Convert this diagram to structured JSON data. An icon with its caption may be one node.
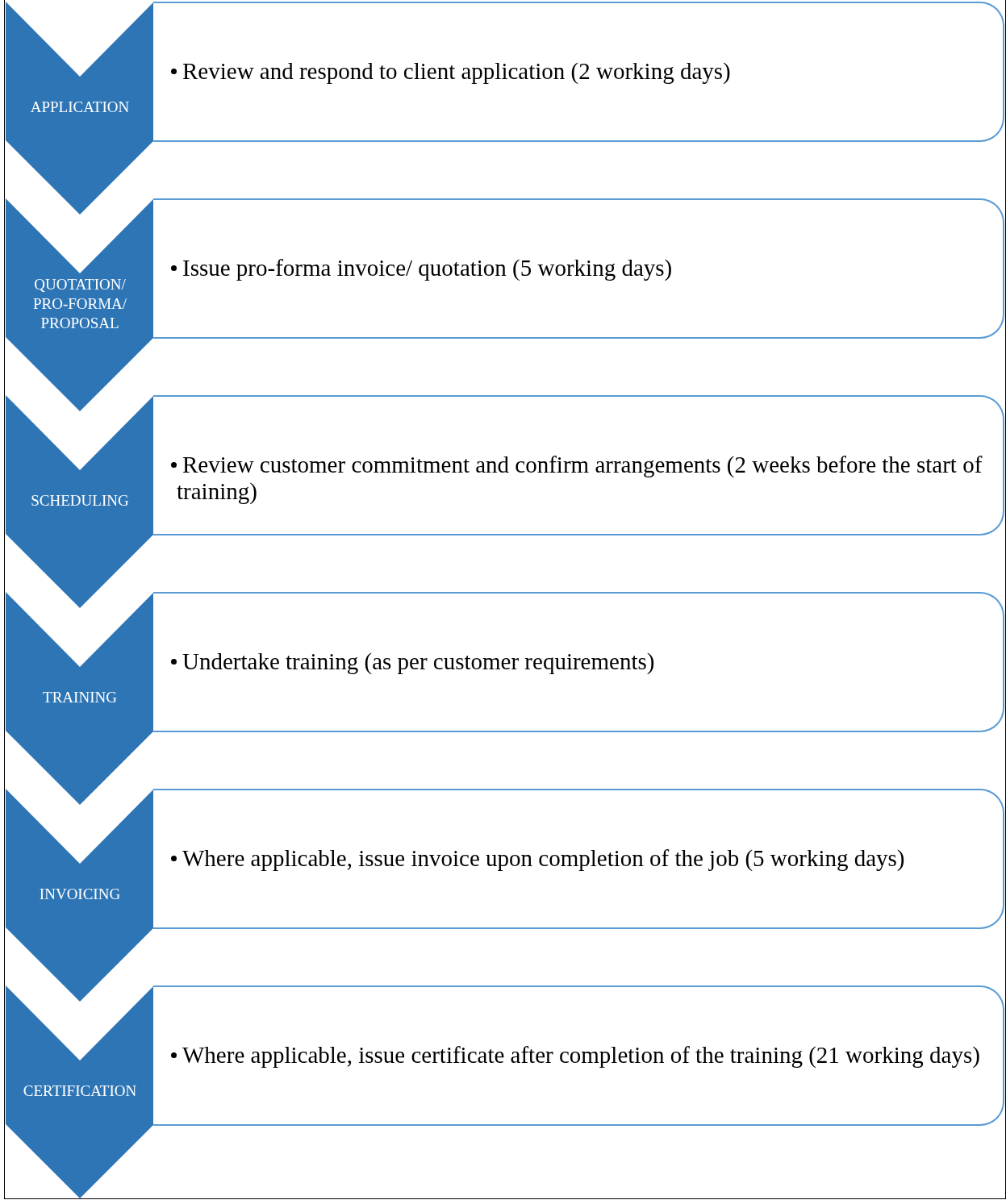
{
  "diagram": {
    "nodes": [
      {
        "text": [
          "APPLICATION"
        ]
      },
      {
        "text": [
          "Review and respond to client application (2 working days)"
        ]
      },
      {
        "text": [
          "QUOTATION/ PRO-FORMA/ PROPOSAL"
        ]
      },
      {
        "text": [
          "Issue pro-forma invoice/ quotation (5 working days)"
        ]
      },
      {
        "text": [
          "SCHEDULING"
        ]
      },
      {
        "text": [
          "Review customer commitment and confirm arrangements (2 weeks before the start of training)"
        ]
      },
      {
        "text": [
          "TRAINING"
        ]
      },
      {
        "text": [
          "Undertake training (as per customer requirements)"
        ]
      },
      {
        "text": [
          "INVOICING"
        ]
      },
      {
        "text": [
          "Where applicable, issue invoice upon completion of the job (5 working days)"
        ]
      },
      {
        "text": [
          "CERTIFICATION"
        ]
      },
      {
        "text": [
          "Where applicable, issue certificate after completion of the training (21 working days)"
        ]
      }
    ]
  }
}
